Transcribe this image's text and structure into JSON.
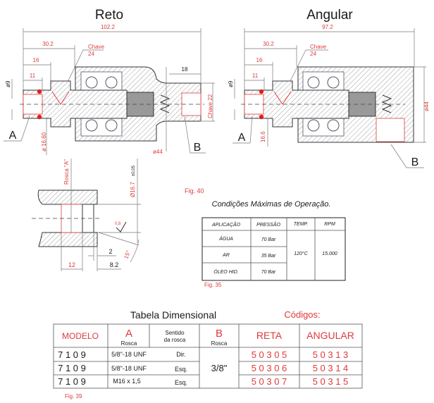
{
  "reto": {
    "title": "Reto",
    "dims": {
      "overall": "102.2",
      "d30": "30.2",
      "d16": "16",
      "d11": "11",
      "dia9": "ø9",
      "dia1660": "ø 16.60",
      "d18": "18",
      "chave22": "Chave 22",
      "dia44": "ø44"
    },
    "chave_label": "Chave",
    "chave_value": "24",
    "label_a": "A",
    "label_b": "B"
  },
  "angular": {
    "title": "Angular",
    "dims": {
      "overall": "97.2",
      "d30": "30.2",
      "d16": "16",
      "d11": "11",
      "dia9": "ø9",
      "d166": "16.6",
      "dia44": "ø44"
    },
    "chave_label": "Chave",
    "chave_value": "24",
    "label_a": "A",
    "label_b": "B"
  },
  "detail": {
    "rosca": "Rosca \"A\"",
    "dia": "Ø16.7",
    "tol": "±0,05",
    "roughness": "0,8",
    "d12": "12",
    "d2": "2",
    "d82": "8.2",
    "angle": "15°"
  },
  "fig40": "Fig. 40",
  "conditions": {
    "title": "Condições Máximas de Operação.",
    "headers": [
      "APLICAÇÃO",
      "PRESSÃO",
      "TEMP.",
      "RPM"
    ],
    "rows": [
      {
        "app": "ÁGUA",
        "pressure": "70 Bar"
      },
      {
        "app": "AR",
        "pressure": "35 Bar"
      },
      {
        "app": "ÓLEO HID.",
        "pressure": "70 Bar"
      }
    ],
    "temp": "120°C",
    "rpm": "15.000",
    "fig": "Fig. 35"
  },
  "dimensional": {
    "title": "Tabela Dimensional",
    "codes_title": "Códigos:",
    "headers": {
      "modelo": "MODELO",
      "a": "A",
      "a_sub": "Rosca",
      "sentido1": "Sentido",
      "sentido2": "da rosca",
      "b": "B",
      "b_sub": "Rosca",
      "reta": "RETA",
      "angular": "ANGULAR"
    },
    "rows": [
      {
        "modelo": "7 1 0 9",
        "rosca": "5/8\"-18 UNF",
        "sentido": "Dir.",
        "reta": "5 0 3 0 5",
        "angular": "5 0 3 1 3"
      },
      {
        "modelo": "7 1 0 9",
        "rosca": "5/8\"-18 UNF",
        "sentido": "Esq.",
        "reta": "5 0 3 0 6",
        "angular": "5 0 3 1 4"
      },
      {
        "modelo": "7 1 0 9",
        "rosca": "M16 x 1,5",
        "sentido": "Esq.",
        "reta": "5 0 3 0 7",
        "angular": "5 0 3 1 5"
      }
    ],
    "b_value": "3/8\"",
    "fig": "Fig. 39"
  },
  "colors": {
    "red": "#e03a3a",
    "text": "#1a1a1a"
  }
}
